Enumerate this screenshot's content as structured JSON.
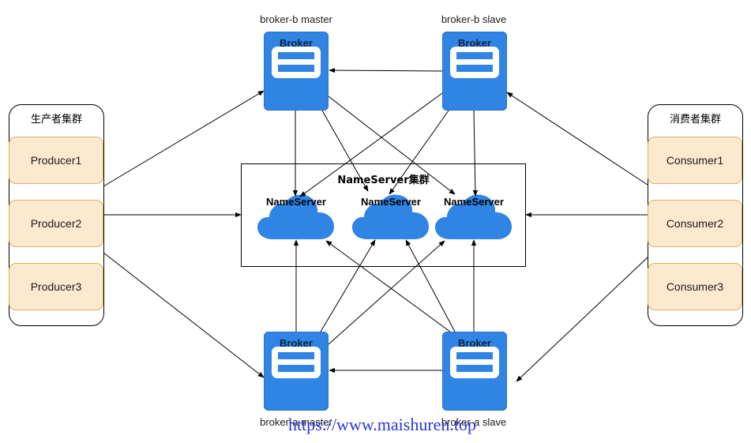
{
  "producer_cluster": {
    "title": "生产者集群",
    "nodes": [
      "Producer1",
      "Producer2",
      "Producer3"
    ]
  },
  "consumer_cluster": {
    "title": "消费者集群",
    "nodes": [
      "Consumer1",
      "Consumer2",
      "Consumer3"
    ]
  },
  "nameserver_cluster": {
    "title": "NameServer集群",
    "servers": [
      "NameServer",
      "NameServer",
      "NameServer"
    ]
  },
  "brokers": {
    "b_master": {
      "caption": "broker-b master",
      "label": "Broker"
    },
    "b_slave": {
      "caption": "broker-b slave",
      "label": "Broker"
    },
    "a_master": {
      "caption": "broker-a master",
      "label": "Broker"
    },
    "a_slave": {
      "caption": "broker-a slave",
      "label": "Broker"
    }
  },
  "watermark": "https://www.maishuren.top",
  "colors": {
    "broker": "#2f84e4",
    "cloud": "#2f84e4",
    "node_fill": "#fde9cf",
    "node_border": "#d6b656",
    "watermark": "#2b37d6"
  },
  "icons": {
    "broker": "server-icon",
    "nameserver": "cloud-icon"
  }
}
